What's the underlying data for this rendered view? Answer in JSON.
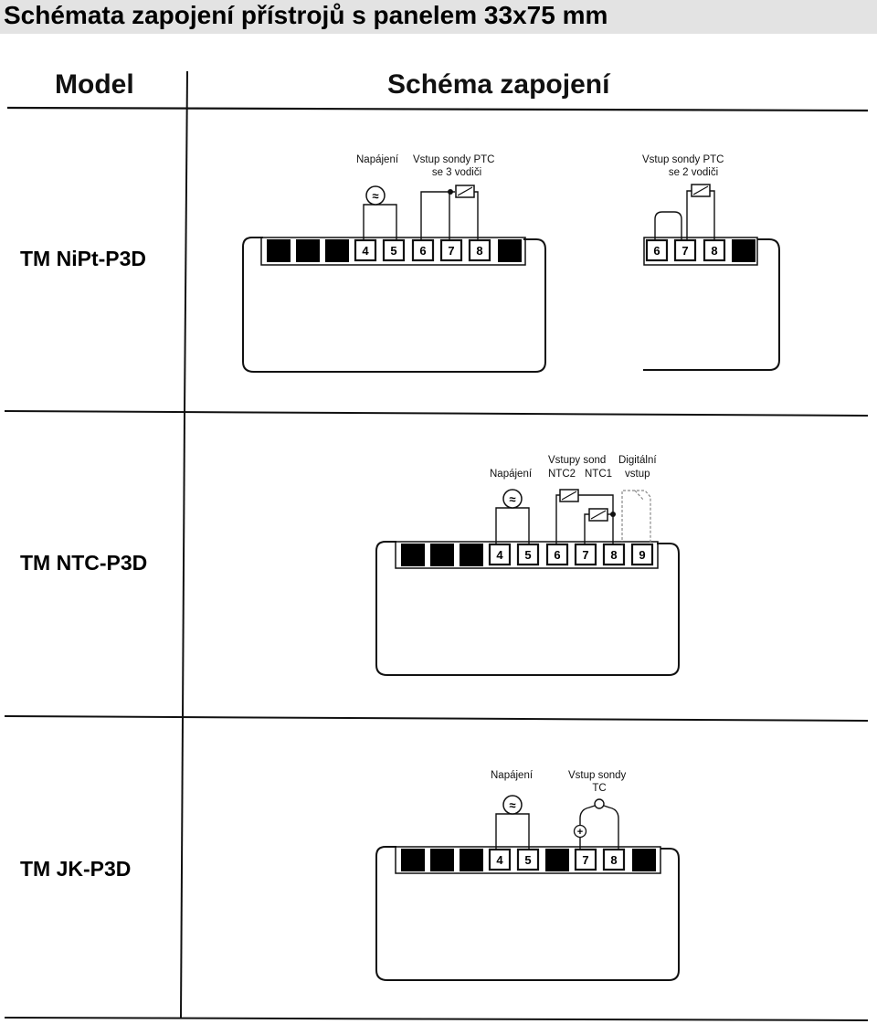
{
  "page_title": "Schémata zapojení přístrojů s panelem 33x75 mm",
  "table_header": {
    "model": "Model",
    "scheme": "Schéma zapojení"
  },
  "rows": [
    {
      "model": "TM NiPt-P3D",
      "supply_label": "Napájení",
      "probe3_label": [
        "Vstup sondy PTC",
        "se 3 vodiči"
      ],
      "probe2_label": [
        "Vstup sondy PTC",
        "se 2 vodiči"
      ],
      "terminals": [
        "4",
        "5",
        "6",
        "7",
        "8"
      ],
      "terminals_alt": [
        "6",
        "7",
        "8"
      ]
    },
    {
      "model": "TM NTC-P3D",
      "supply_label": "Napájení",
      "probes_label": [
        "Vstupy sond",
        "NTC2",
        "NTC1"
      ],
      "digital_label": [
        "Digitální",
        "vstup"
      ],
      "terminals": [
        "4",
        "5",
        "6",
        "7",
        "8",
        "9"
      ]
    },
    {
      "model": "TM JK-P3D",
      "supply_label": "Napájení",
      "probe_label": [
        "Vstup sondy",
        "TC"
      ],
      "terminals": [
        "4",
        "5",
        "7",
        "8"
      ]
    }
  ],
  "symbols": {
    "ac": "≈",
    "plus": "+"
  }
}
